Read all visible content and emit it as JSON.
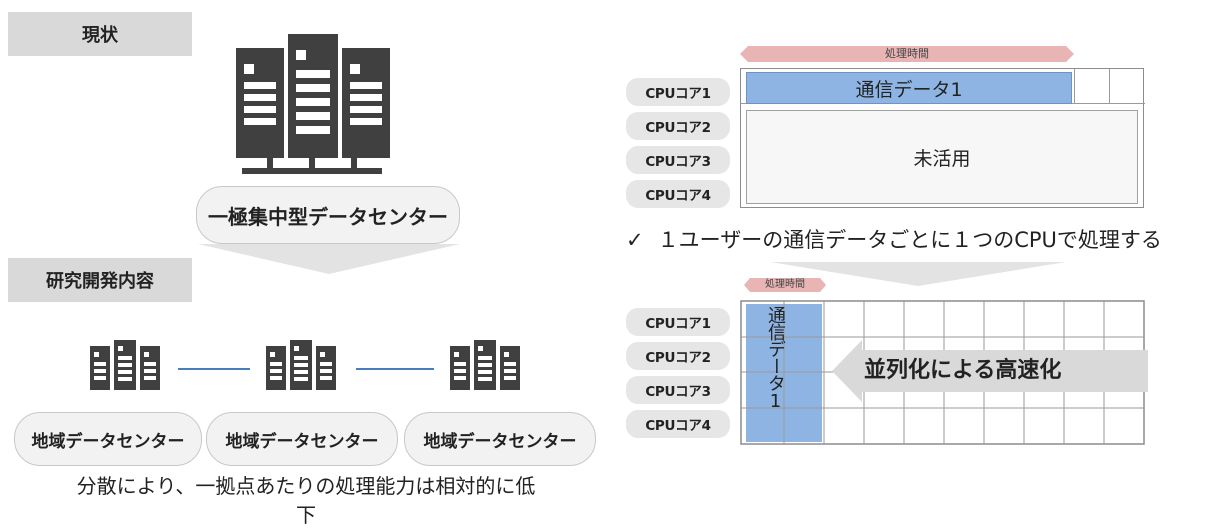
{
  "left": {
    "current_label": "現状",
    "current_dc_label": "一極集中型データセンター",
    "research_label": "研究開発内容",
    "regional_dc": [
      {
        "label": "地域データセンター"
      },
      {
        "label": "地域データセンター"
      },
      {
        "label": "地域データセンター"
      }
    ],
    "caption": "分散により、一拠点あたりの処理能力は相対的に低下"
  },
  "right": {
    "top": {
      "time_label": "処理時間",
      "cores": [
        "CPUコア1",
        "CPUコア2",
        "CPUコア3",
        "CPUコア4"
      ],
      "data_bar_label": "通信データ1",
      "unused_label": "未活用"
    },
    "note_mark": "✓",
    "note": "１ユーザーの通信データごとに１つのCPUで処理する",
    "bottom": {
      "time_label": "処理時間",
      "cores": [
        "CPUコア1",
        "CPUコア2",
        "CPUコア3",
        "CPUコア4"
      ],
      "vertical_label": "通信データ1",
      "speedup_label": "並列化による高速化"
    }
  },
  "colors": {
    "gray_box": "#d9d9d9",
    "blue_bar": "#8eb4e3",
    "time_arrow": "#e8b4b4",
    "connector_line": "#4a7ebb",
    "server_dark": "#404040"
  }
}
